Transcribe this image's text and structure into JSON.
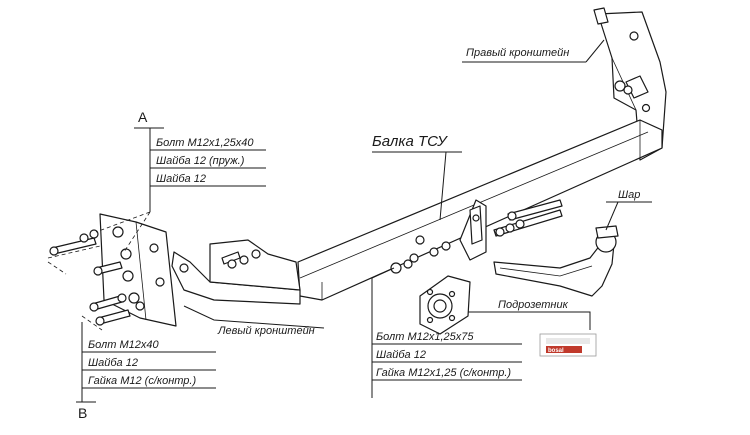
{
  "labels": {
    "pravyi_kronshtein": "Правый кронштейн",
    "balka_tsu": "Балка ТСУ",
    "shar": "Шар",
    "podrozetnik": "Подрозетник",
    "levyi_kronshtein": "Левый кронштейн",
    "view_a": "A",
    "view_b": "B"
  },
  "callout_a": [
    "Болт М12х1,25х40",
    "Шайба 12 (пруж.)",
    "Шайба 12"
  ],
  "callout_b": [
    "Болт М12х40",
    "Шайба 12",
    "Гайка М12 (с/контр.)"
  ],
  "callout_c": [
    "Болт М12х1,25х75",
    "Шайба 12",
    "Гайка М12х1,25 (с/контр.)"
  ],
  "logo_text": "bosal"
}
